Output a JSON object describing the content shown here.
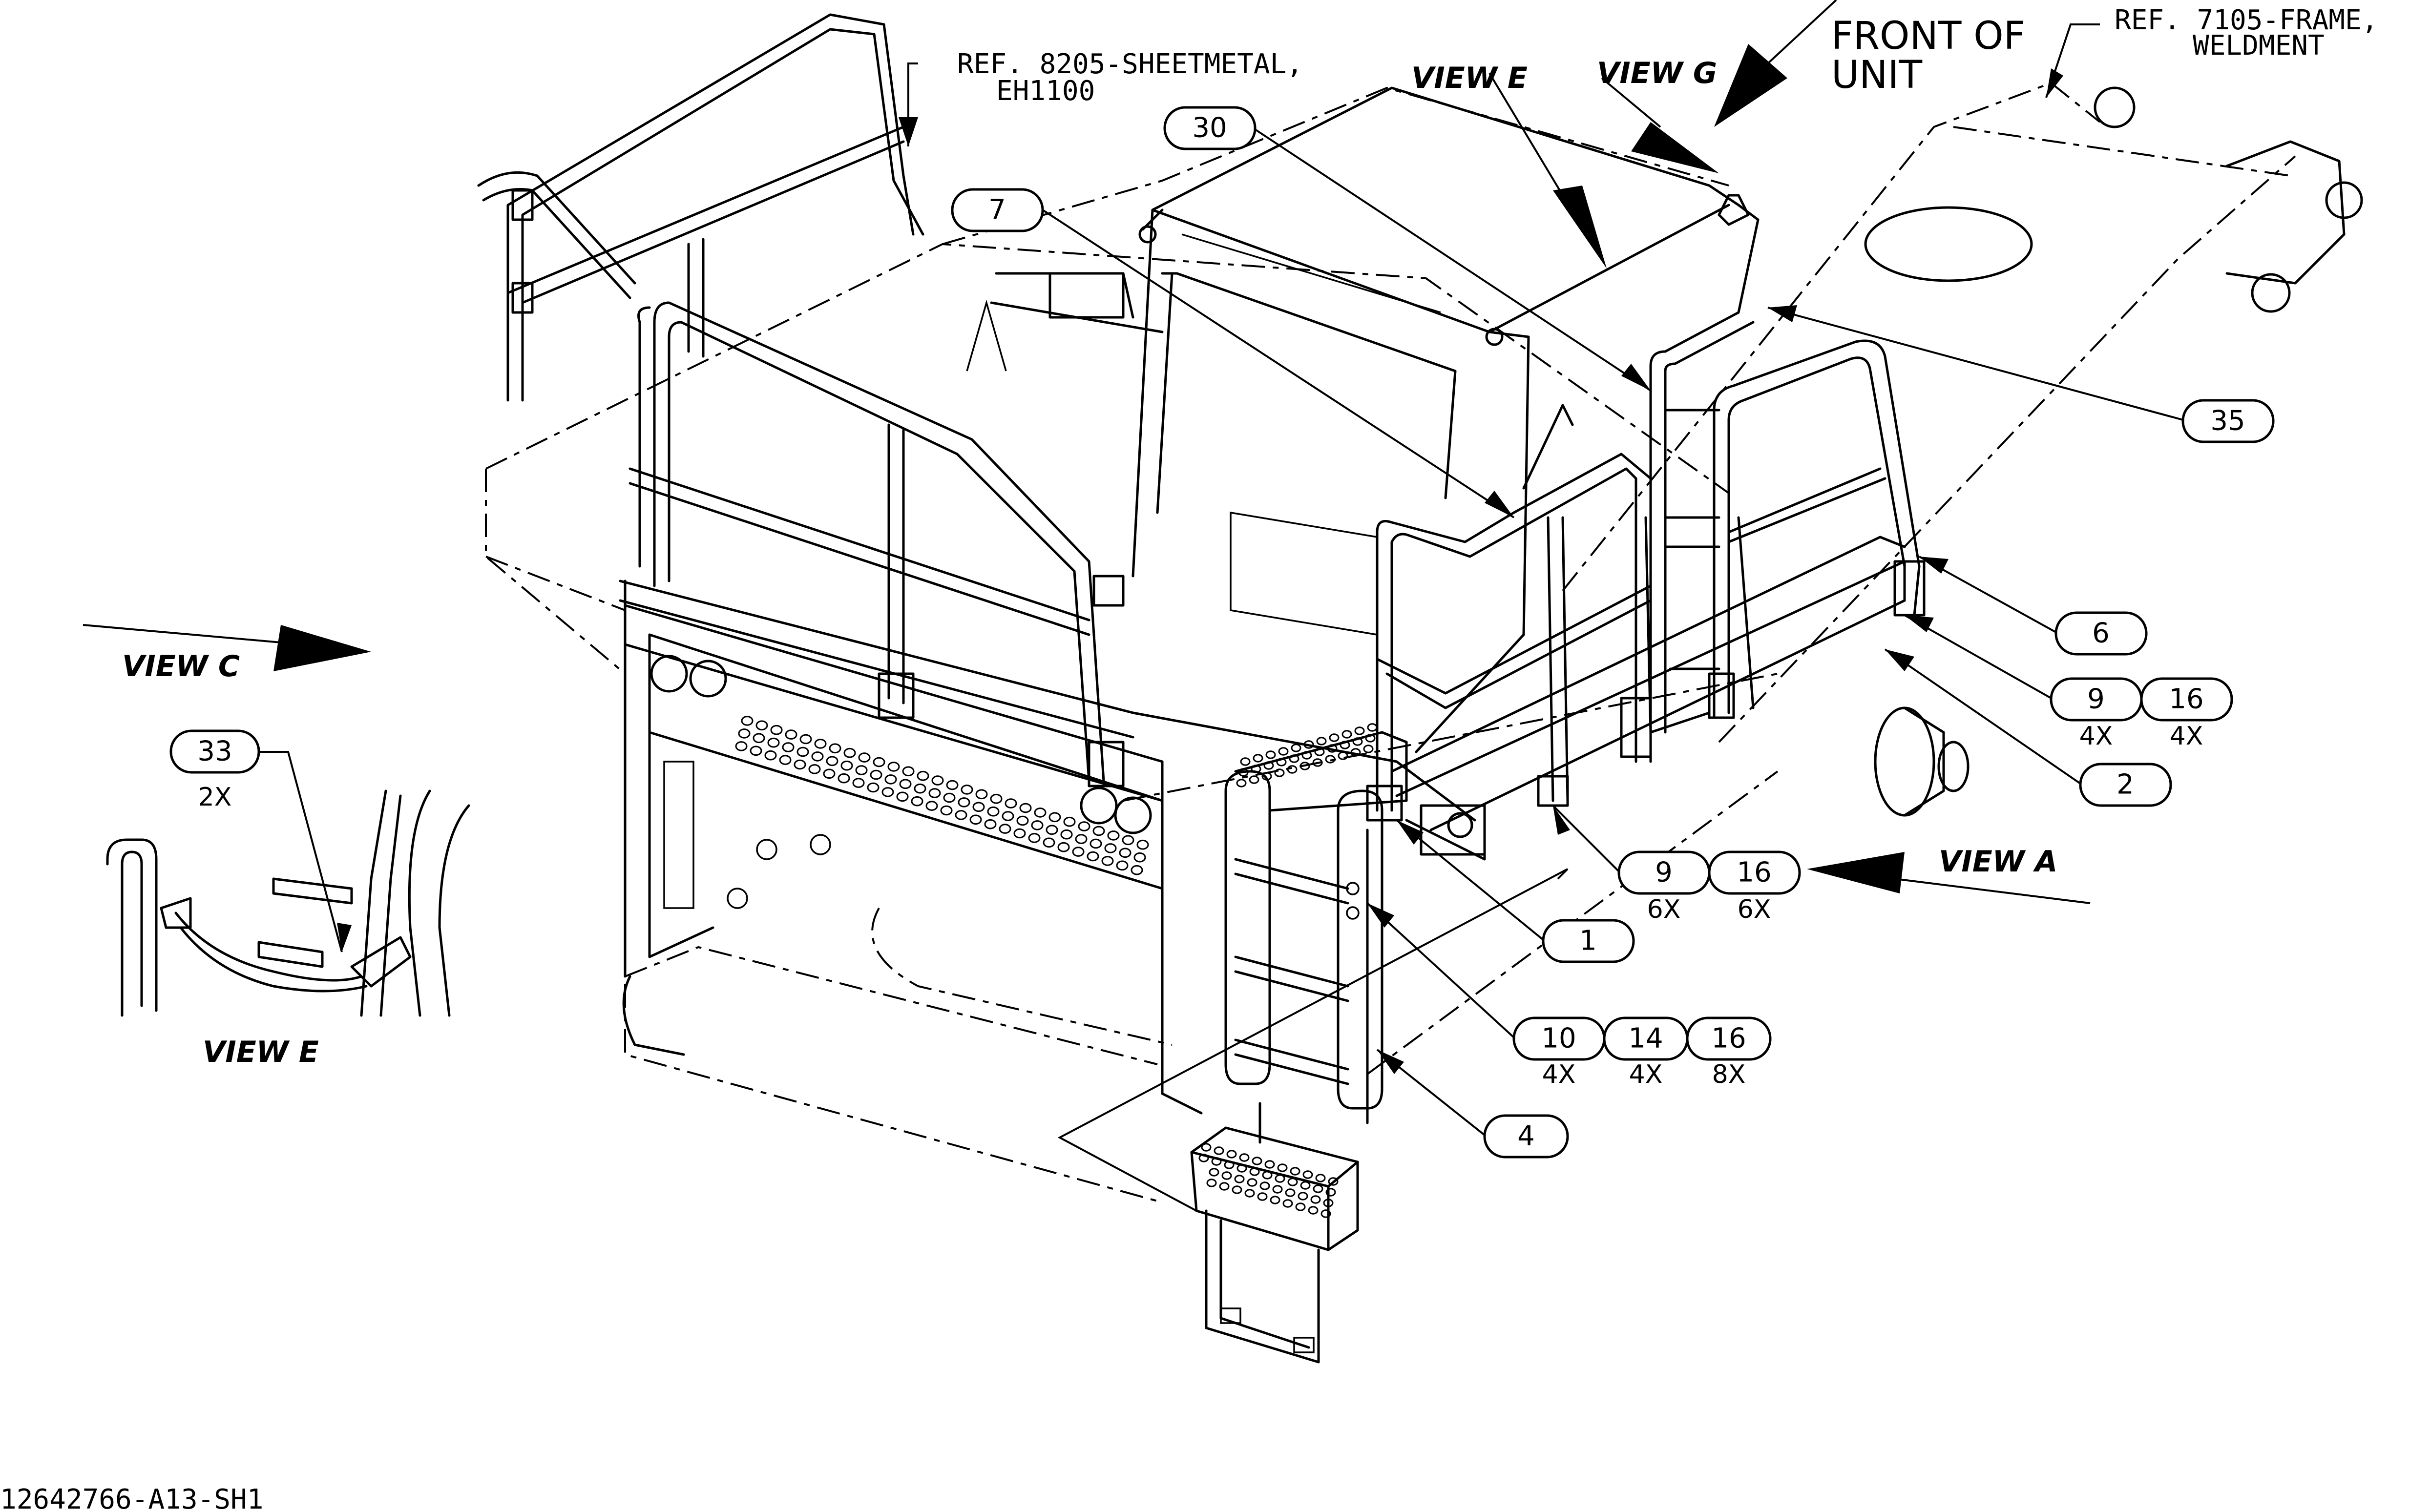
{
  "references": {
    "sheetmetal_line1": "REF. 8205-SHEETMETAL,",
    "sheetmetal_line2": "EH1100",
    "frame_line1": "REF. 7105-FRAME,",
    "frame_line2": "WELDMENT"
  },
  "front_of_unit": {
    "line1": "FRONT OF",
    "line2": "UNIT"
  },
  "views": {
    "view_e_top": "VIEW E",
    "view_g": "VIEW G",
    "view_c": "VIEW C",
    "view_a": "VIEW A",
    "view_e_detail": "VIEW E"
  },
  "balloons": {
    "b30": "30",
    "b7": "7",
    "b35": "35",
    "b6": "6",
    "b9a": "9",
    "b16a": "16",
    "b9a_qty": "4X",
    "b16a_qty": "4X",
    "b2": "2",
    "b9b": "9",
    "b16b": "16",
    "b9b_qty": "6X",
    "b16b_qty": "6X",
    "b1": "1",
    "b10": "10",
    "b14": "14",
    "b16c": "16",
    "b10_qty": "4X",
    "b14_qty": "4X",
    "b16c_qty": "8X",
    "b4": "4",
    "b33": "33",
    "b33_qty": "2X"
  },
  "drawing_number": "12642766-A13-SH1"
}
